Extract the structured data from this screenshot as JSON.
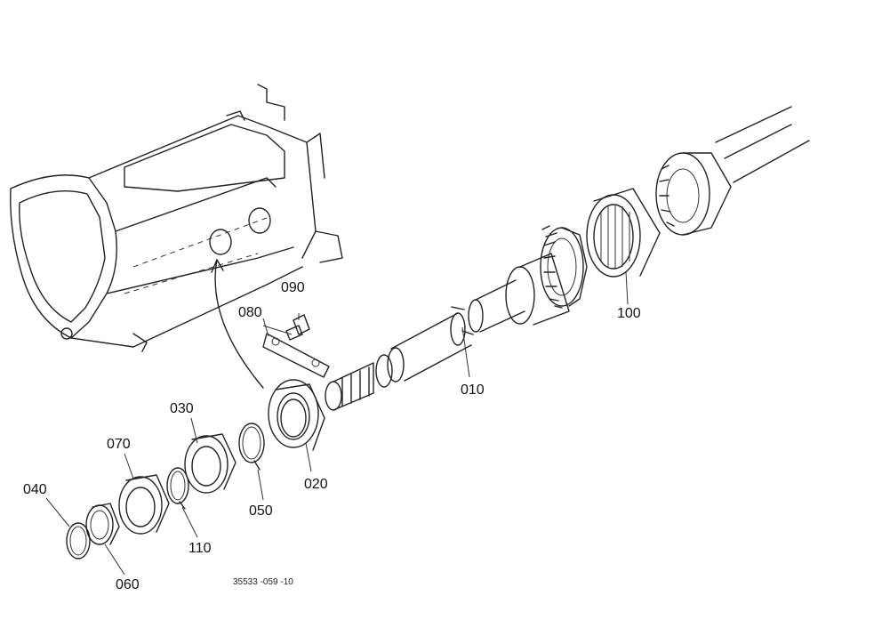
{
  "callouts": {
    "p010": "010",
    "p020": "020",
    "p030": "030",
    "p040": "040",
    "p050": "050",
    "p060": "060",
    "p070": "070",
    "p080": "080",
    "p090": "090",
    "p100": "100",
    "p110": "110"
  },
  "figure_ref": "35533 -059 -10"
}
